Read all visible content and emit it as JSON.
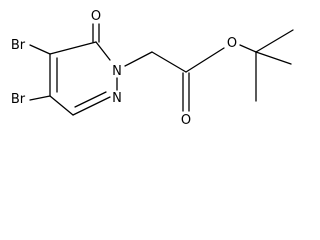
{
  "molecule": {
    "atoms": {
      "o_ring_carbonyl": "O",
      "n_ring": "N",
      "n_ring2": "N",
      "br_top": "Br",
      "br_bottom": "Br",
      "o_ester_carbonyl": "O",
      "o_ester": "O"
    }
  }
}
